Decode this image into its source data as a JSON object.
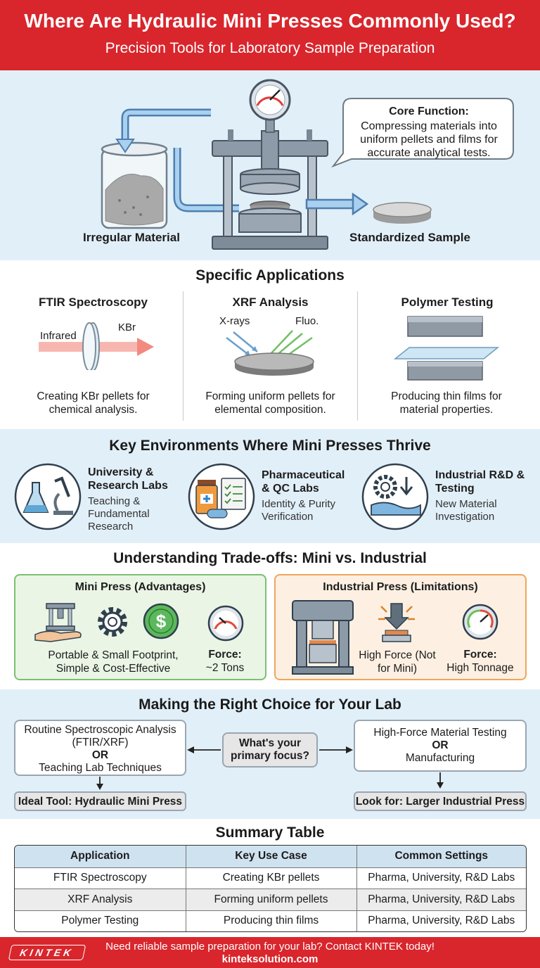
{
  "header": {
    "title": "Where Are Hydraulic Mini Presses Commonly Used?",
    "subtitle": "Precision Tools for Laboratory Sample Preparation"
  },
  "hero": {
    "left_label": "Irregular Material",
    "right_label": "Standardized Sample",
    "callout_title": "Core Function:",
    "callout_text": "Compressing materials into uniform pellets and films for accurate analytical tests."
  },
  "applications": {
    "heading": "Specific Applications",
    "items": [
      {
        "title": "FTIR Spectroscopy",
        "labels": [
          "Infrared",
          "KBr"
        ],
        "desc": "Creating KBr pellets for chemical analysis."
      },
      {
        "title": "XRF Analysis",
        "labels": [
          "X-rays",
          "Fluo."
        ],
        "desc": "Forming uniform pellets for elemental composition."
      },
      {
        "title": "Polymer Testing",
        "labels": [],
        "desc": "Producing thin films for material properties."
      }
    ]
  },
  "environments": {
    "heading": "Key Environments Where Mini Presses Thrive",
    "items": [
      {
        "title": "University & Research Labs",
        "desc": "Teaching & Fundamental Research",
        "icon": "lab-flask-microscope-icon"
      },
      {
        "title": "Pharmaceutical & QC Labs",
        "desc": "Identity & Purity Verification",
        "icon": "pill-bottle-clipboard-icon"
      },
      {
        "title": "Industrial R&D & Testing",
        "desc": "New Material Investigation",
        "icon": "gear-press-icon"
      }
    ]
  },
  "tradeoffs": {
    "heading": "Understanding Trade-offs: Mini vs. Industrial",
    "mini": {
      "title": "Mini Press (Advantages)",
      "text": "Portable & Small Footprint, Simple & Cost-Effective",
      "force_label": "Force:",
      "force_value": "~2 Tons"
    },
    "industrial": {
      "title": "Industrial Press (Limitations)",
      "text": "High Force (Not for Mini)",
      "force_label": "Force:",
      "force_value": "High Tonnage"
    },
    "colors": {
      "mini_border": "#7cbf72",
      "mini_bg": "#eaf5e6",
      "ind_border": "#f0a55a",
      "ind_bg": "#fdf0e2"
    }
  },
  "choice": {
    "heading": "Making the Right Choice for Your Lab",
    "left_line1": "Routine Spectroscopic Analysis",
    "left_line2": "(FTIR/XRF)",
    "left_or": "OR",
    "left_line3": "Teaching Lab Techniques",
    "center": "What's your primary focus?",
    "right_line1": "High-Force Material Testing",
    "right_or": "OR",
    "right_line2": "Manufacturing",
    "left_result": "Ideal Tool: Hydraulic Mini Press",
    "right_result": "Look for: Larger Industrial Press"
  },
  "summary": {
    "heading": "Summary Table",
    "columns": [
      "Application",
      "Key Use Case",
      "Common Settings"
    ],
    "rows": [
      [
        "FTIR Spectroscopy",
        "Creating KBr pellets",
        "Pharma, University, R&D Labs"
      ],
      [
        "XRF Analysis",
        "Forming uniform pellets",
        "Pharma, University, R&D Labs"
      ],
      [
        "Polymer Testing",
        "Producing thin films",
        "Pharma, University, R&D Labs"
      ]
    ]
  },
  "footer": {
    "logo": "KINTEK",
    "cta": "Need reliable sample preparation for your lab? Contact KINTEK today!",
    "url": "kinteksolution.com"
  },
  "colors": {
    "brand_red": "#d8262c",
    "section_blue": "#e1eff8",
    "header_blue": "#cfe2f0"
  }
}
